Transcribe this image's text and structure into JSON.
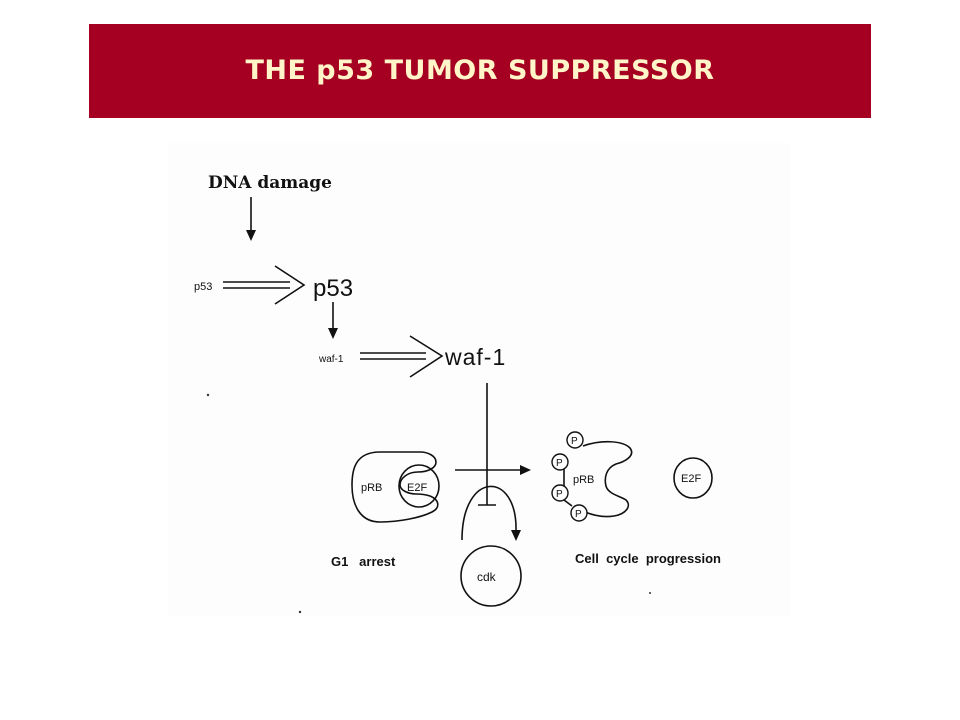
{
  "slide": {
    "title": "THE p53 TUMOR SUPPRESSOR"
  },
  "diagram": {
    "dna_damage": "DNA damage",
    "p53_gene": "p53",
    "p53_protein": "p53",
    "waf1_gene": "waf-1",
    "waf1_protein": "waf-1",
    "prb_bound": "pRB",
    "e2f_bound": "E2F",
    "phospho_labels": [
      "P",
      "P",
      "P",
      "P"
    ],
    "prb_free": "pRB",
    "e2f_free": "E2F",
    "cdk": "cdk",
    "g1_arrest": "G1   arrest",
    "cell_cycle_progression": "Cell  cycle  progression"
  }
}
